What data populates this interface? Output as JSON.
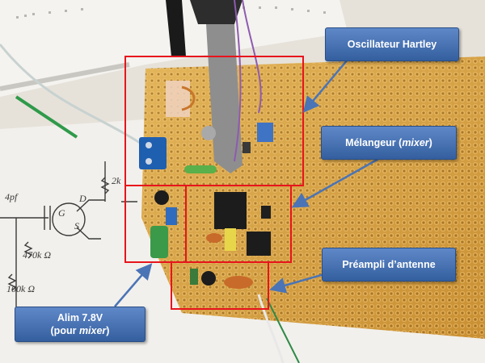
{
  "annotations": {
    "oscillator": {
      "text": "Oscillateur Hartley"
    },
    "mixer": {
      "text": "Mélangeur (",
      "italic": "mixer",
      "suffix": ")"
    },
    "preamp": {
      "text": "Préampli d’antenne"
    },
    "power": {
      "line1": "Alim 7.8V",
      "line2_prefix": "(pour ",
      "line2_italic": "mixer",
      "line2_suffix": ")"
    }
  },
  "schematic": {
    "labels": [
      "4pf",
      "G",
      "D",
      "S",
      "470k Ω",
      "100k Ω",
      "2k"
    ]
  },
  "colors": {
    "callout_fill": "#4a74b6",
    "highlight_frame": "#e8141c",
    "arrow": "#4a74b6",
    "perfboard": "#d9a64a"
  }
}
